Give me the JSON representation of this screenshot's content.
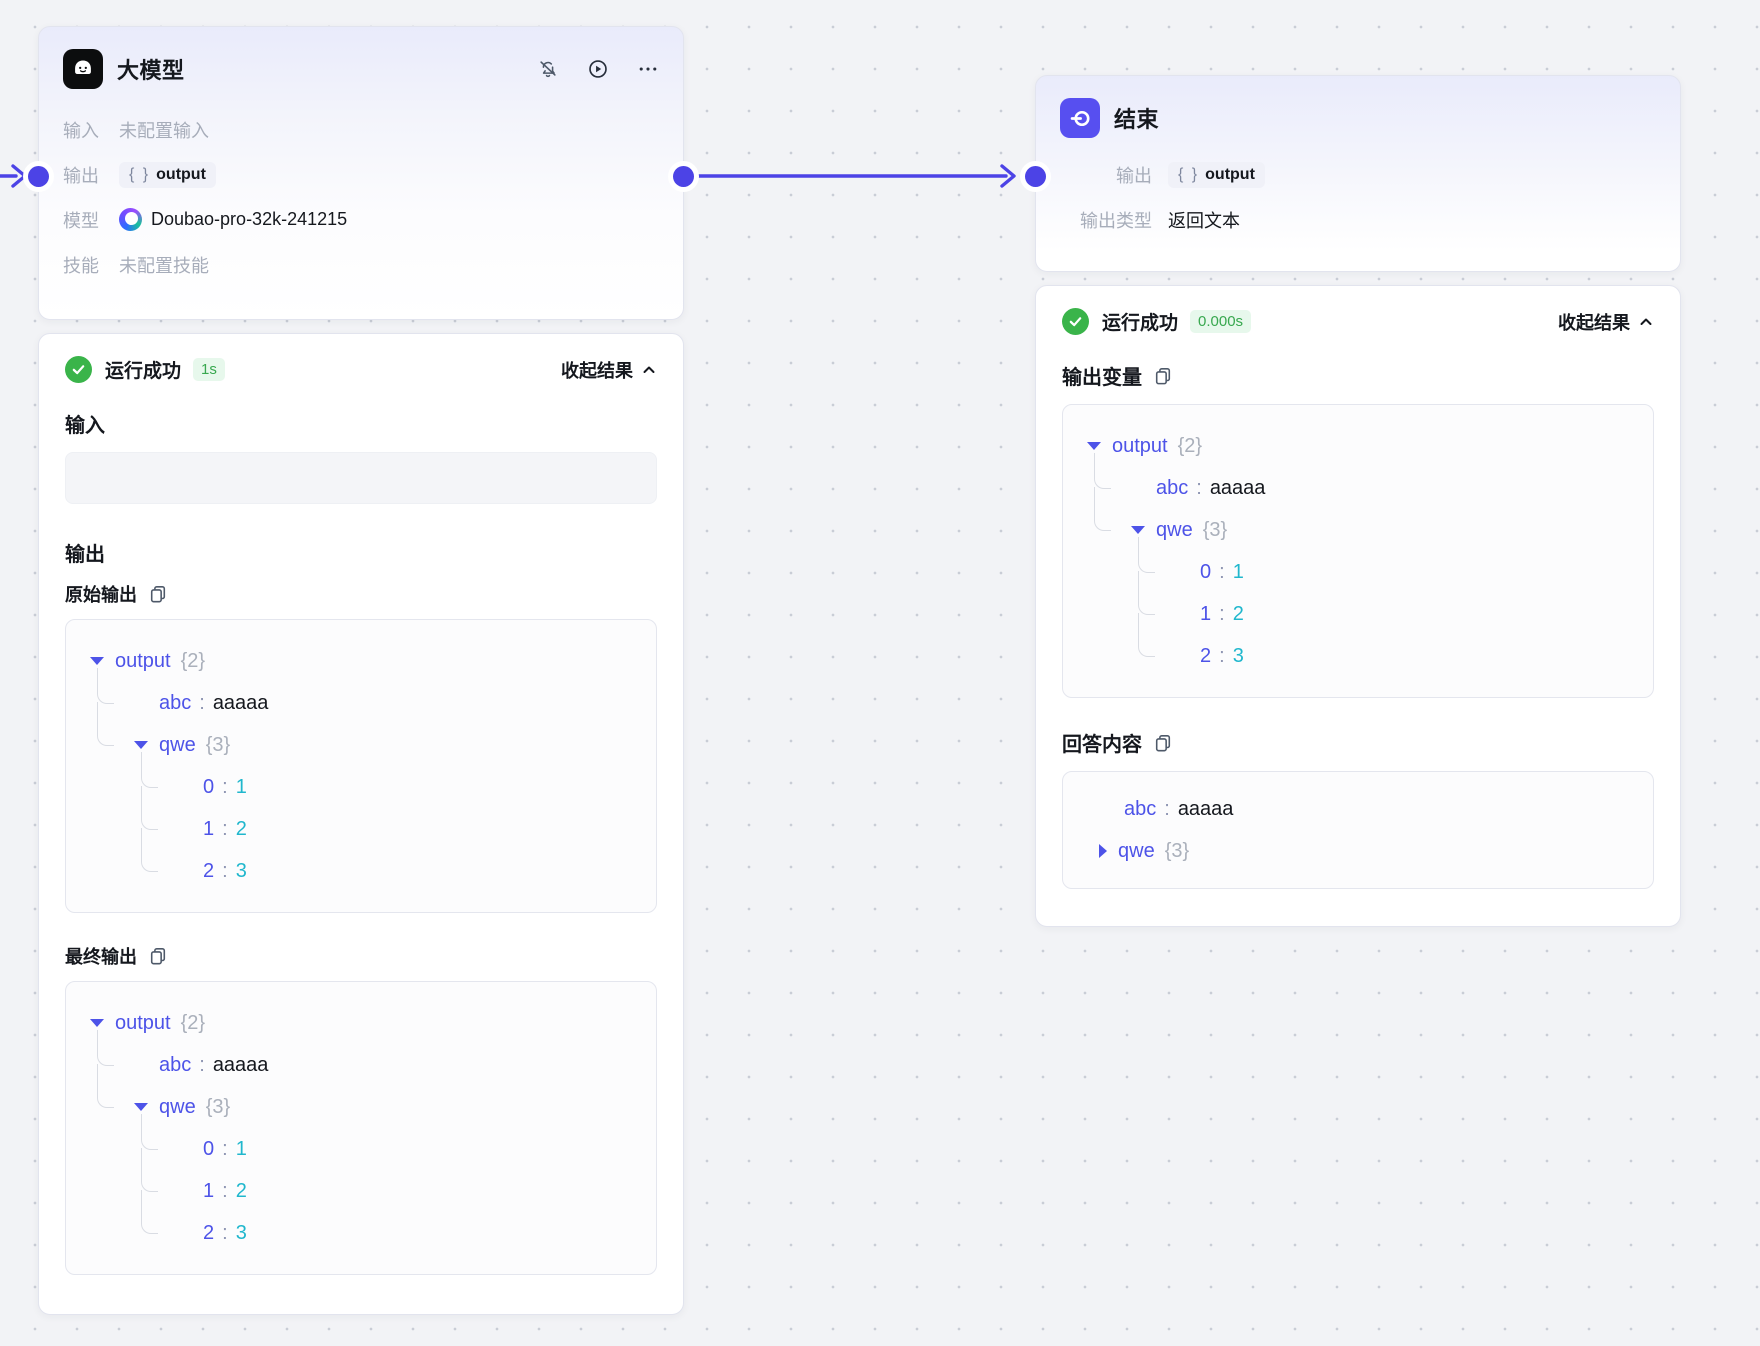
{
  "ui": {
    "colon": ":"
  },
  "colors": {
    "accent_purple": "#4c43e6",
    "json_key_purple": "#4d53e8",
    "json_value_cyan": "#20b7cd",
    "success_green": "#3ab44a",
    "badge_green_bg": "#e7f8ec",
    "badge_green_text": "#38a84f",
    "muted_gray": "#a7adba",
    "text_dark": "#15181e",
    "canvas_bg": "#f2f3f6"
  },
  "icons": [
    "bot-ghost-icon",
    "alert-off-icon",
    "play-icon",
    "ellipsis-icon",
    "doubao-logo",
    "end-icon",
    "check-icon",
    "copy-icon",
    "chevron-up-icon",
    "caret-down-icon",
    "caret-right-icon",
    "port-dot",
    "wire-arrow"
  ],
  "node_llm": {
    "title": "大模型",
    "rows": {
      "input": {
        "label": "输入",
        "value": "未配置输入"
      },
      "output": {
        "label": "输出",
        "tag_braces": "{ }",
        "tag_text": "output"
      },
      "model": {
        "label": "模型",
        "value": "Doubao-pro-32k-241215"
      },
      "skill": {
        "label": "技能",
        "value": "未配置技能"
      }
    }
  },
  "node_end": {
    "title": "结束",
    "rows": {
      "output": {
        "label": "输出",
        "tag_braces": "{ }",
        "tag_text": "output"
      },
      "otype": {
        "label": "输出类型",
        "value": "返回文本"
      }
    }
  },
  "panel_llm": {
    "status_label": "运行成功",
    "duration": "1s",
    "collapse_label": "收起结果",
    "input_heading": "输入",
    "output_heading": "输出",
    "raw_output_label": "原始输出",
    "final_output_label": "最终输出"
  },
  "panel_end": {
    "status_label": "运行成功",
    "duration": "0.000s",
    "collapse_label": "收起结果",
    "output_var_label": "输出变量",
    "answer_label": "回答内容",
    "answer_rows": {
      "abc": {
        "key": "abc",
        "value": "aaaaa"
      },
      "qwe": {
        "key": "qwe",
        "brace": "{3}"
      }
    }
  },
  "json_tree": {
    "root_key": "output",
    "root_brace": "{2}",
    "abc_key": "abc",
    "abc_value": "aaaaa",
    "qwe_key": "qwe",
    "qwe_brace": "{3}",
    "items": [
      {
        "k": "0",
        "v": "1"
      },
      {
        "k": "1",
        "v": "2"
      },
      {
        "k": "2",
        "v": "3"
      }
    ]
  }
}
